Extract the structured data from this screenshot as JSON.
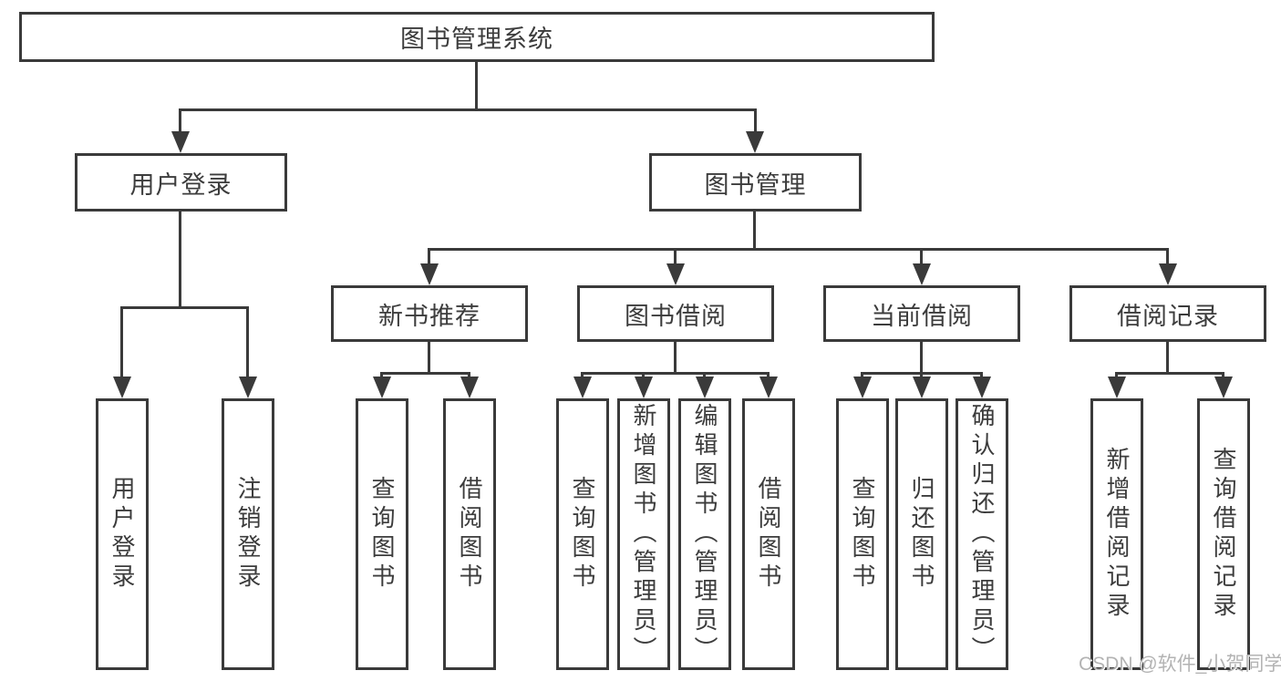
{
  "diagram": {
    "root": {
      "label": "图书管理系统"
    },
    "level2": [
      {
        "label": "用户登录"
      },
      {
        "label": "图书管理"
      }
    ],
    "level3": [
      {
        "label": "新书推荐"
      },
      {
        "label": "图书借阅"
      },
      {
        "label": "当前借阅"
      },
      {
        "label": "借阅记录"
      }
    ],
    "leaves": {
      "user_login": [
        "用户登录",
        "注销登录"
      ],
      "new_book_rec": [
        "查询图书",
        "借阅图书"
      ],
      "book_borrow": [
        "查询图书",
        "新增图书（管理员）",
        "编辑图书（管理员）",
        "借阅图书"
      ],
      "current_borrow": [
        "查询图书",
        "归还图书",
        "确认归还（管理员）"
      ],
      "borrow_records": [
        "新增借阅记录",
        "查询借阅记录"
      ]
    }
  },
  "watermark": {
    "text": "CSDN @软件_小贺同学"
  },
  "colors": {
    "line": "#3a3a3a",
    "text": "#3c3c3c",
    "watermark": "#b3b3b3",
    "background": "#ffffff"
  }
}
